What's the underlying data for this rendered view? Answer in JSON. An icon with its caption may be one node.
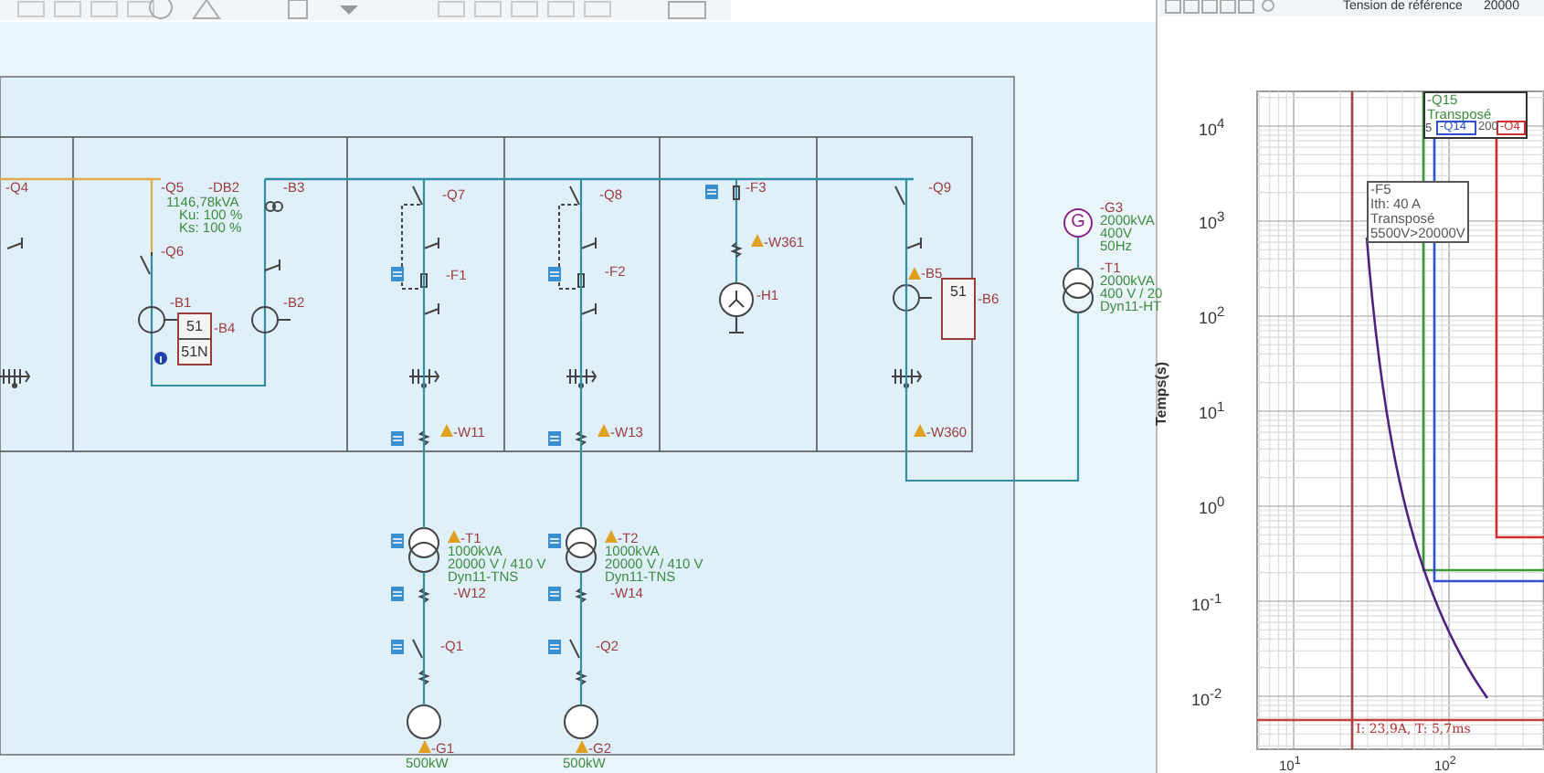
{
  "diagram": {
    "nodes": [
      {
        "text": [
          "51",
          "51N"
        ],
        "beside": [
          "-B4"
        ]
      },
      {
        "text": [
          "51"
        ],
        "beside": [
          "-B6"
        ]
      },
      {
        "text": [
          "G"
        ],
        "beside": [
          "-G3",
          "2000kVA",
          "400V",
          "50Hz"
        ]
      },
      {
        "text": [
          "-F5",
          "Ith: 40 A",
          "Transposé",
          "5500V>20000V"
        ]
      },
      {
        "text": [
          "-Q15",
          "Transposé"
        ]
      },
      {
        "text": [
          "-Q14"
        ],
        "in": 4
      },
      {
        "text": [
          "-O4"
        ],
        "in": 4
      },
      {
        "text": [],
        "shape": "circle",
        "beside": [
          "-T1",
          "1000kVA",
          "20000 V / 410 V",
          "Dyn11-TNS"
        ]
      },
      {
        "text": [],
        "shape": "circle",
        "beside": [
          "-T2",
          "1000kVA",
          "20000 V / 410 V",
          "Dyn11-TNS"
        ]
      },
      {
        "text": [],
        "shape": "circle",
        "beside": [
          "-G1",
          "500kW"
        ]
      },
      {
        "text": [],
        "shape": "circle",
        "beside": [
          "-G2",
          "500kW"
        ]
      },
      {
        "text": [],
        "shape": "circle",
        "beside": [
          "-T1",
          "2000kVA",
          "400 V / 20",
          "Dyn11-HT"
        ]
      }
    ],
    "edges": [
      {
        "from": null,
        "to": 7,
        "arrow": "none"
      },
      {
        "from": 7,
        "to": 9,
        "arrow": "none"
      },
      {
        "from": null,
        "to": 8,
        "arrow": "none"
      },
      {
        "from": 8,
        "to": 10,
        "arrow": "none"
      },
      {
        "from": 2,
        "to": 11,
        "arrow": "none"
      },
      {
        "from": 11,
        "to": null,
        "arrow": "none"
      }
    ],
    "labels": [
      "-Q4",
      "-Q5",
      "-DB2",
      "1146,78kVA",
      "Ku: 100 %",
      "Ks: 100 %",
      "-Q6",
      "-B3",
      "-B1",
      "-B2",
      "-Q7",
      "-F1",
      "-W11",
      "-Q8",
      "-F2",
      "-W13",
      "-F3",
      "-W361",
      "-H1",
      "-Q9",
      "-B5",
      "-W360",
      "-W12",
      "-W14",
      "-Q1",
      "-Q2",
      "Tension de référence",
      "20000",
      "10$^{4}$",
      "10$^{3}$",
      "10$^{2}$",
      "10$^{1}$",
      "10$^{0}$",
      "10$^{-1}$",
      "10$^{-2}$",
      "Temps(s)",
      "I: 23,9A, T: 5,7ms",
      "5",
      "200",
      "10$^{1}$",
      "10$^{2}$"
    ]
  }
}
